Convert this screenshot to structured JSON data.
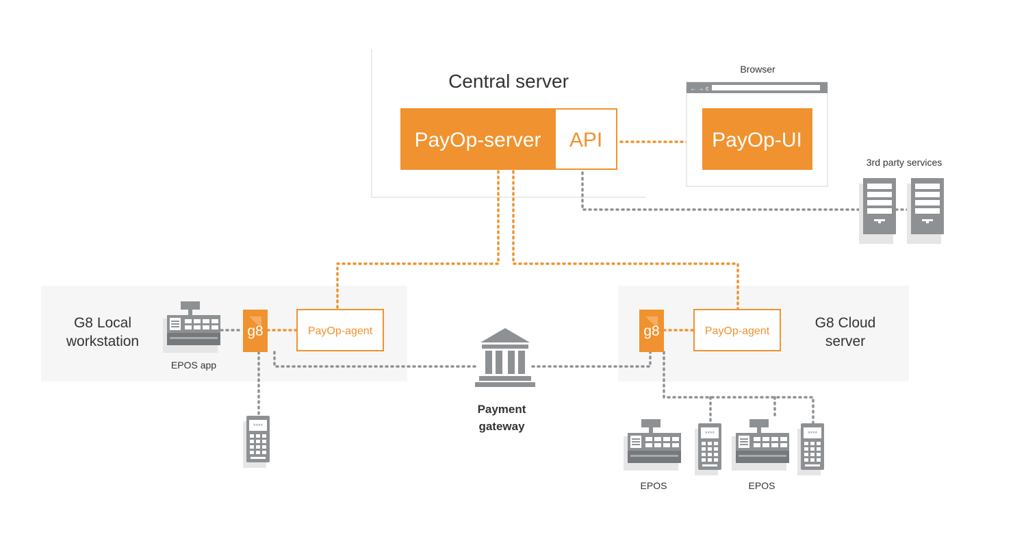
{
  "central_server": {
    "title": "Central server",
    "server_label": "PayOp-server",
    "api_label": "API"
  },
  "browser": {
    "title": "Browser",
    "ui_label": "PayOp-UI"
  },
  "third_party": {
    "title": "3rd party services"
  },
  "local": {
    "title_line1": "G8 Local",
    "title_line2": "workstation",
    "epos_label": "EPOS app",
    "g8_logo": "g8",
    "agent_label": "PayOp-agent"
  },
  "cloud": {
    "title_line1": "G8 Cloud",
    "title_line2": "server",
    "g8_logo": "g8",
    "agent_label": "PayOp-agent",
    "epos_label_1": "EPOS",
    "epos_label_2": "EPOS"
  },
  "gateway": {
    "line1": "Payment",
    "line2": "gateway"
  },
  "colors": {
    "orange": "#f0922f",
    "gray": "#8e9194",
    "dark_gray": "#76797c",
    "light_panel": "#f5f5f5",
    "text": "#333333"
  }
}
